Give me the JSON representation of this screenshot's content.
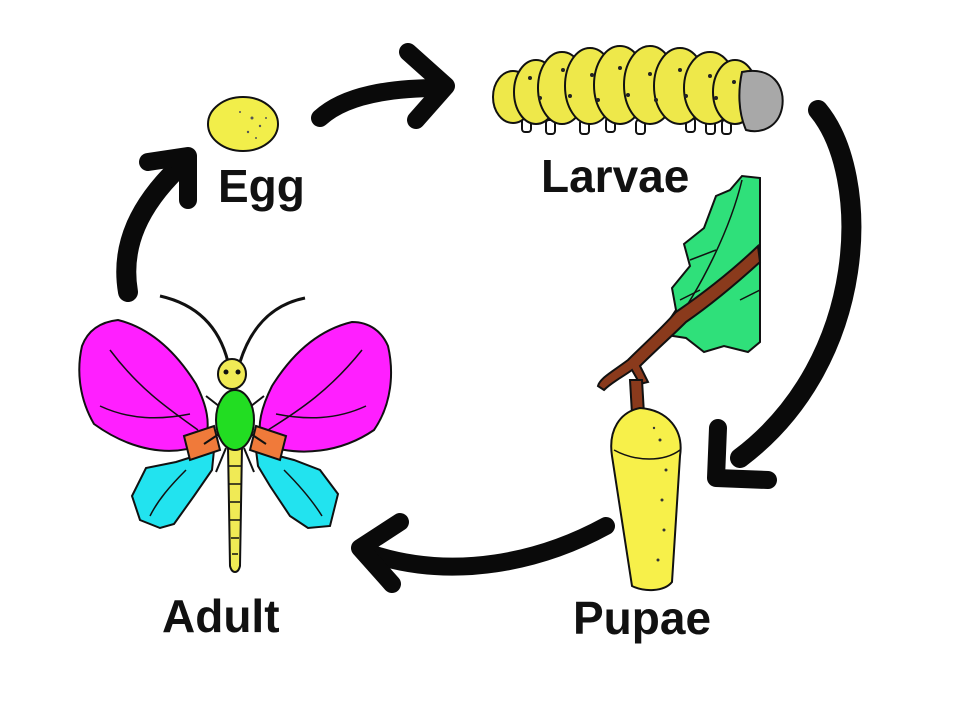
{
  "diagram": {
    "stages": {
      "egg": {
        "label": "Egg"
      },
      "larvae": {
        "label": "Larvae"
      },
      "pupae": {
        "label": "Pupae"
      },
      "adult": {
        "label": "Adult"
      }
    },
    "colors": {
      "egg": "#f2ee4a",
      "larva_body": "#eee84a",
      "larva_head": "#a8a8a8",
      "leaf": "#2fe07a",
      "twig": "#8a3a1c",
      "pupa": "#f7f04a",
      "wing_upper": "#ff1fff",
      "wing_lower": "#22e3ef",
      "wing_base": "#f07a3a",
      "thorax": "#22dd22",
      "abdomen": "#f0ea55",
      "arrow": "#0a0a0a"
    }
  }
}
